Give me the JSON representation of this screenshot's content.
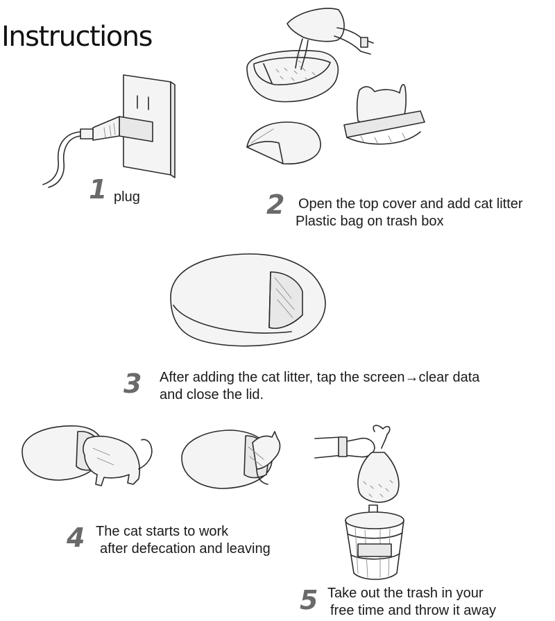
{
  "page": {
    "title": "Instructions"
  },
  "steps": [
    {
      "number": "1",
      "lines": [
        "plug"
      ],
      "illustration": "plug-icon"
    },
    {
      "number": "2",
      "lines": [
        "Open the top cover and add cat litter",
        "Plastic bag on trash box"
      ],
      "illustration": "litter-box-icon"
    },
    {
      "number": "3",
      "lines": [
        "After adding the cat litter, tap the screen→clear data",
        "and close the lid."
      ],
      "illustration": "closed-litter-box-icon"
    },
    {
      "number": "4",
      "lines": [
        "The cat starts to work",
        "after defecation and leaving"
      ],
      "illustration": "cat-icon"
    },
    {
      "number": "5",
      "lines": [
        "Take out the trash in your",
        "free time and throw it away"
      ],
      "illustration": "trash-bin-icon"
    }
  ],
  "colors": {
    "text": "#1a1a1a",
    "step_number": "#6a6a6a",
    "line_art": "#2a2a2a"
  }
}
